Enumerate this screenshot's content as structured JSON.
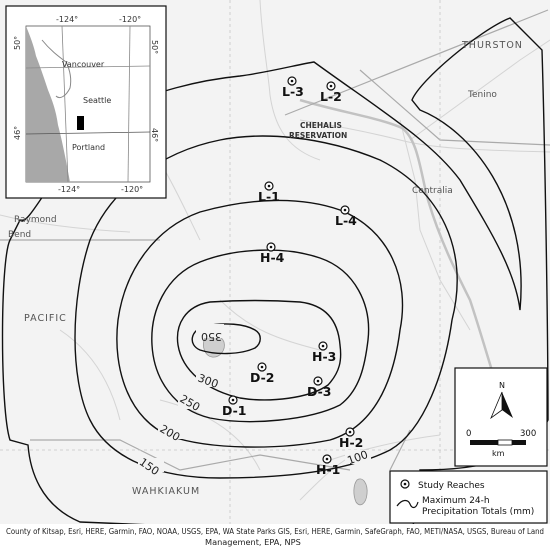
{
  "places": {
    "thurston": "THURSTON",
    "tenino": "Tenino",
    "chehalis_res_1": "CHEHALIS",
    "chehalis_res_2": "RESERVATION",
    "centralia": "Centralia",
    "raymond": "Raymond",
    "bend": "Bend",
    "pacific": "PACIFIC",
    "wahkiakum": "WAHKIAKUM"
  },
  "sites": [
    {
      "id": "L-3"
    },
    {
      "id": "L-2"
    },
    {
      "id": "L-1"
    },
    {
      "id": "L-4"
    },
    {
      "id": "H-4"
    },
    {
      "id": "H-3"
    },
    {
      "id": "D-2"
    },
    {
      "id": "D-3"
    },
    {
      "id": "D-1"
    },
    {
      "id": "H-2"
    },
    {
      "id": "H-1"
    }
  ],
  "contours": [
    {
      "value": 100,
      "label": "100"
    },
    {
      "value": 150,
      "label": "150"
    },
    {
      "value": 200,
      "label": "200"
    },
    {
      "value": 250,
      "label": "250"
    },
    {
      "value": 300,
      "label": "300"
    },
    {
      "value": 350,
      "label": "350"
    }
  ],
  "inset": {
    "lon_top_1": "-124°",
    "lon_top_2": "-120°",
    "lon_bot_1": "-124°",
    "lon_bot_2": "-120°",
    "lat_left_1": "50°",
    "lat_left_2": "46°",
    "lat_right_1": "50°",
    "lat_right_2": "46°",
    "vancouver": "Vancouver",
    "seattle": "Seattle",
    "portland": "Portland"
  },
  "legend": {
    "north": "N",
    "scale_start": "0",
    "scale_end": "300",
    "scale_unit": "km",
    "study_reaches": "Study Reaches",
    "precip_line1": "Maximum 24-h",
    "precip_line2": "Precipitation Totals (mm)"
  },
  "attribution": {
    "line1": "County of Kitsap, Esri, HERE, Garmin, FAO, NOAA, USGS, EPA, WA State Parks GIS, Esri, HERE, Garmin, SafeGraph, FAO, METI/NASA, USGS, Bureau of Land",
    "line2": "Management, EPA, NPS"
  },
  "colors": {
    "background": "#f3f3f3",
    "roads": "#d2d2d2",
    "boundaries": "#b0b0b0",
    "water": "#c8c8c8",
    "contour": "#111111"
  }
}
